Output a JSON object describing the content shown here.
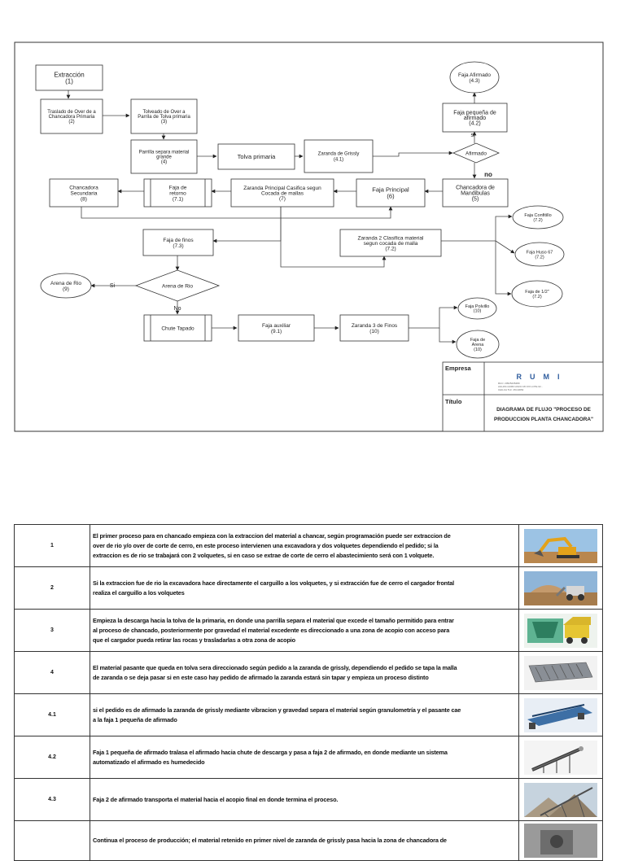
{
  "diagram": {
    "nodes": {
      "n1": [
        "Extracción",
        "(1)"
      ],
      "n2": [
        "Traslado de Over de  a",
        "Chancadora Primaria",
        "(2)"
      ],
      "n3": [
        "Tolveado de Over a",
        "Parrila de Tolva primaria",
        "(3)"
      ],
      "n4": [
        "Parrilla separa material",
        "grande",
        "(4)"
      ],
      "n_tolva": [
        "Tolva primaria"
      ],
      "n41": [
        "Zaranda de Grissly",
        "(4.1)"
      ],
      "n_afirmado": [
        "Afirmado"
      ],
      "n42": [
        "Faja pequeña de",
        "afirmado",
        "(4.2)"
      ],
      "n43": [
        "Faja Afirmado",
        "(4.3)"
      ],
      "n5": [
        "Chancadora de",
        "Mandibulas",
        "(5)"
      ],
      "n6": [
        "Faja Principal",
        "(6)"
      ],
      "n7": [
        "Zaranda Principal Casifica segun",
        "Cocada de mallas",
        "(7)"
      ],
      "n71": [
        "Faja de",
        "retorno",
        "(7.1)"
      ],
      "n8": [
        "Chancadora",
        "Secundaria",
        "(8)"
      ],
      "n73": [
        "Faja de finos",
        "(7.3)"
      ],
      "n72": [
        "Zaranda 2 Clasifica material",
        "segun cocada de malla",
        "(7.2)"
      ],
      "n_confitillo": [
        "Faja Confitillo",
        "(7.2)"
      ],
      "n_huso": [
        "Faja Huso 67",
        "(7.2)"
      ],
      "n_media": [
        "Faja de 1/2\"",
        "(7.2)"
      ],
      "n_arenario": [
        "Arena de Rio"
      ],
      "n9": [
        "Arena de Rio",
        "(9)"
      ],
      "n_chute": [
        "Chute Tapado"
      ],
      "n91": [
        "Faja auxiliar",
        "(9.1)"
      ],
      "n10": [
        "Zaranda 3 de Finos",
        "(10)"
      ],
      "n_polvillo": [
        "Faja Polvillo",
        "(10)"
      ],
      "n_arena": [
        "Faja de",
        "Arena",
        "(10)"
      ]
    },
    "edge_labels": {
      "si_afirmado": "si",
      "no_afirmado": "no",
      "si_arena": "Si",
      "no_arena": "No"
    },
    "title_block": {
      "empresa_label": "Empresa",
      "titulo_label": "Título",
      "logo_text": "RUMI",
      "logo_fine_print": [
        "RUC: 20525235489",
        "AGUAS HUMO ASOC MI OXI LOTE 02 -",
        "CHILCA TLF: 454-9654"
      ],
      "title_lines": [
        "DIAGRAMA DE FLUJO \"PROCESO DE",
        "PRODUCCION PLANTA CHANCADORA\""
      ]
    }
  },
  "steps": [
    {
      "num": "1",
      "lines": [
        "El primer proceso para en chancado empieza con la extraccion del material a chancar, según programación puede ser extraccion de",
        "over de rio y/o over de corte de cerro, en este proceso intervienen una excavadora y dos volquetes dependiendo el pedido; si la",
        "extraccion es de rio se trabajará con 2 volquetes, si en caso se extrae de corte de cerro el abastecimiento será con 1 volquete."
      ],
      "image": "excavator-photo"
    },
    {
      "num": "2",
      "lines": [
        "Si la extraccion fue de rio la excavadora hace directamente el carguillo a los volquetes, y si extracción fue de cerro el cargador frontal",
        "realiza el carguillo a los volquetes"
      ],
      "image": "loader-photo"
    },
    {
      "num": "3",
      "lines": [
        "Empieza la descarga hacia la tolva de la primaria, en donde una parrilla separa el material que excede el tamaño permitido para entrar",
        "al proceso de chancado, posteriormente por gravedad el material excedente es direccionado a una zona de acopio con acceso para",
        "que el cargador pueda retirar las rocas y trasladarlas a otra zona de acopio"
      ],
      "image": "hopper-illustration"
    },
    {
      "num": "4",
      "lines": [
        "El material pasante que queda en tolva sera direccionado según pedido a la zaranda de grissly, dependiendo el pedido se tapa la malla",
        "de zaranda o se deja pasar si en este caso hay pedido de afirmado la zaranda estará sin tapar y empieza un proceso distinto"
      ],
      "image": "grizzly-illustration"
    },
    {
      "num": "4.1",
      "lines": [
        "si el pedido es de afirmado la zaranda de grissly mediante vibracion y gravedad separa el material según granulometría y el pasante cae",
        "a la faja 1 pequeña de afirmado"
      ],
      "image": "feeder-illustration"
    },
    {
      "num": "4.2",
      "lines": [
        "Faja 1 pequeña de afirmado tralasa el afirmado hacia chute de descarga y pasa a faja 2 de afirmado, en donde mediante un sistema",
        "automatizado el afirmado es humedecido"
      ],
      "image": "conveyor-illustration"
    },
    {
      "num": "4.3",
      "lines": [
        "Faja 2 de afirmado transporta el material hacia el acopio final en donde termina el proceso."
      ],
      "image": "stockpile-photo"
    },
    {
      "num": "",
      "lines": [
        "Continua el proceso de producción; el material retenido en primer nivel de zaranda de grissly pasa hacia la zona de chancadora de"
      ],
      "image": "crusher-photo"
    }
  ]
}
